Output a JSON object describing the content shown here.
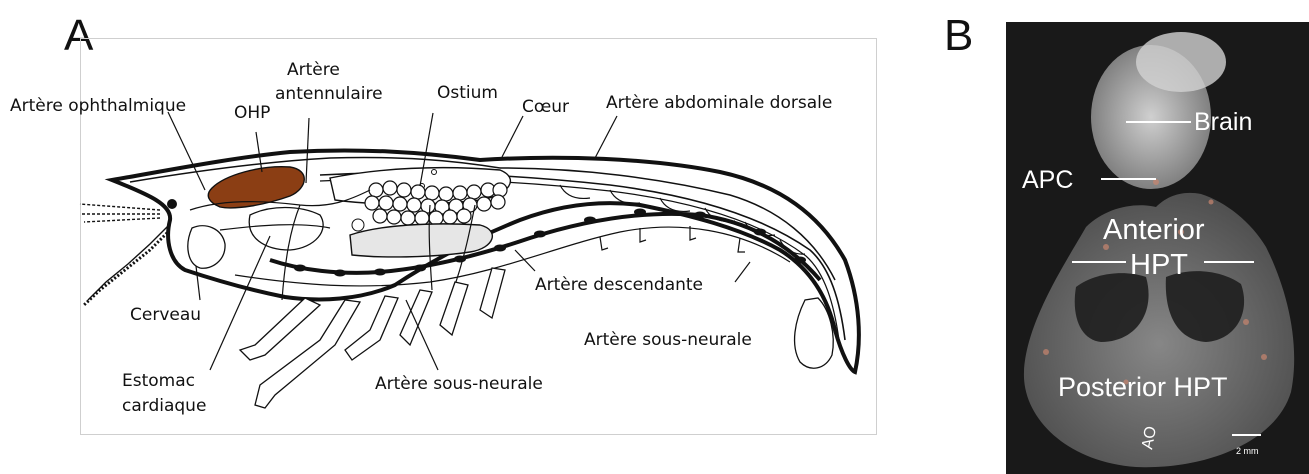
{
  "panel_a": {
    "letter": "A",
    "labels": {
      "artere_ophthalmique": "Artère ophthalmique",
      "ohp": "OHP",
      "artere_antennulaire_1": "Artère",
      "artere_antennulaire_2": "antennulaire",
      "ostium": "Ostium",
      "coeur": "Cœur",
      "artere_abdominale_dorsale": "Artère abdominale dorsale",
      "cerveau": "Cerveau",
      "artere_descendante": "Artère descendante",
      "artere_sous_neurale_right": "Artère sous-neurale",
      "estomac_1": "Estomac",
      "estomac_2": "cardiaque",
      "artere_sous_neurale_bottom": "Artère sous-neurale"
    },
    "colors": {
      "ohp_fill": "#8b3e14",
      "outline": "#111111"
    }
  },
  "panel_b": {
    "letter": "B",
    "labels": {
      "brain": "Brain",
      "apc": "APC",
      "anterior_1": "Anterior",
      "anterior_2": "HPT",
      "posterior": "Posterior HPT",
      "scale": "2 mm",
      "ao": "AO"
    },
    "colors": {
      "background": "#191919",
      "tissue": "#c8c8c8"
    }
  }
}
